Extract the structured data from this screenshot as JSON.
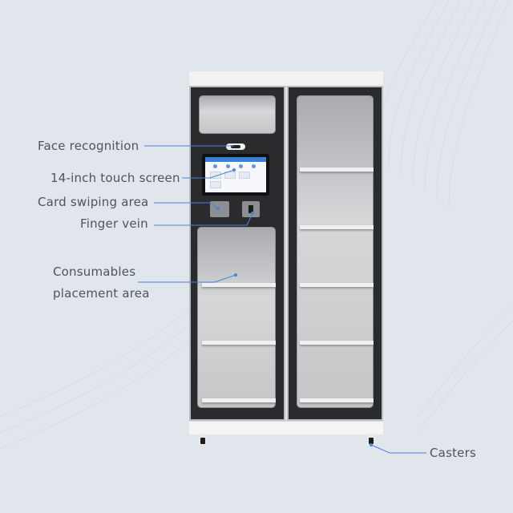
{
  "labels": {
    "face_recognition": "Face recognition",
    "touch_screen": "14-inch touch screen",
    "card_swiping": "Card swiping area",
    "finger_vein": "Finger vein",
    "consumables_line1": "Consumables",
    "consumables_line2": "placement area",
    "casters": "Casters"
  },
  "colors": {
    "background": "#e1e5ec",
    "leader_line": "#4a82e0",
    "label_text": "#505459",
    "door_frame": "#2a2b2d"
  }
}
